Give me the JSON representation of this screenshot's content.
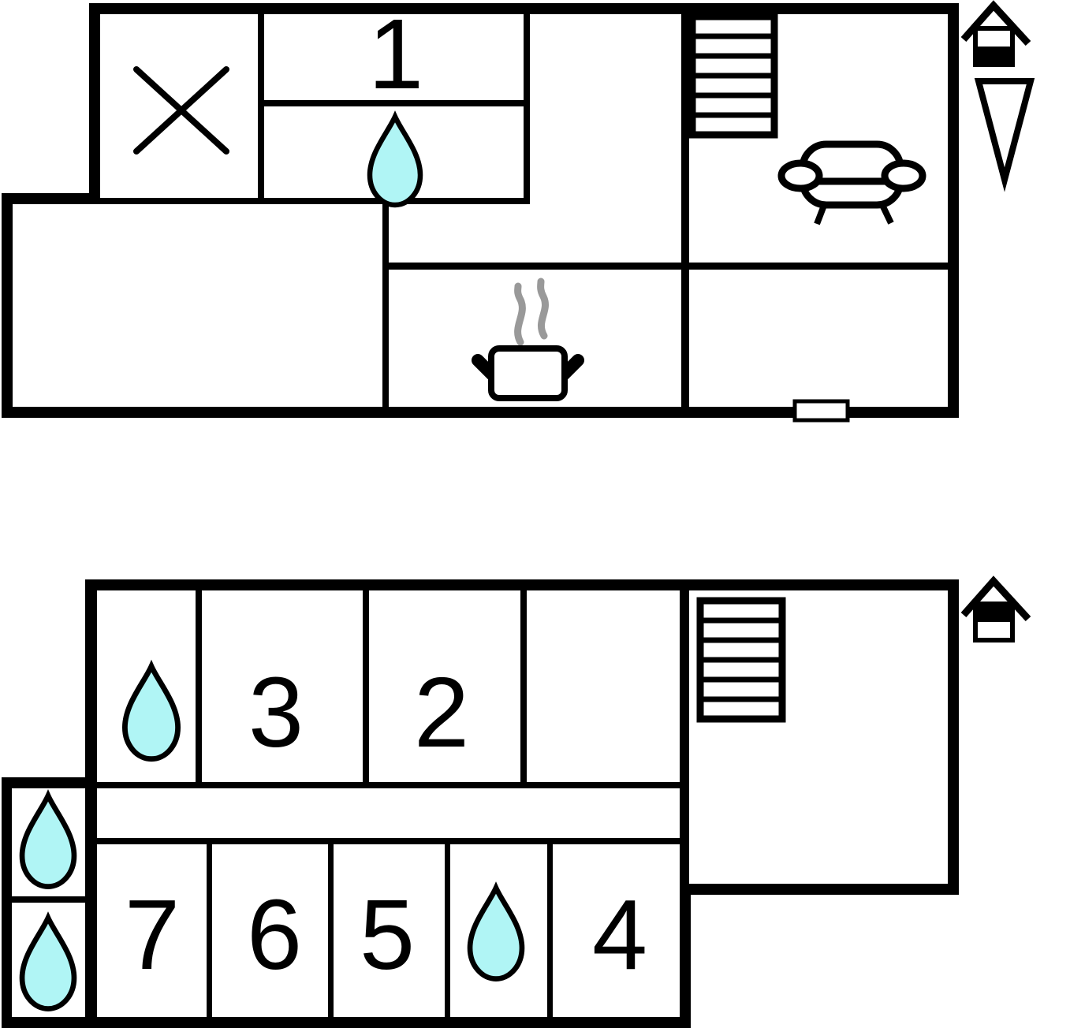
{
  "document": {
    "kind": "floor-plan-diagram",
    "background": "#ffffff"
  },
  "colors": {
    "wall": "#000000",
    "drop_fill": "#b0f5f5",
    "drop_stroke": "#000000",
    "steam": "#999999",
    "paper": "#ffffff"
  },
  "ground_floor": {
    "name": "ground floor plan",
    "room_labels": {
      "room1": "1"
    },
    "icons": [
      "cross-mark-icon",
      "water-drop-icon",
      "stairs-icon",
      "sofa-icon",
      "cooking-pot-icon",
      "steam-icon",
      "window-marker",
      "house-level-indicator-ground",
      "north-arrow-icon"
    ]
  },
  "upper_floor": {
    "name": "upper floor plan",
    "room_labels": {
      "room2": "2",
      "room3": "3",
      "room4": "4",
      "room5": "5",
      "room6": "6",
      "room7": "7"
    },
    "icons": [
      "water-drop-icon",
      "stairs-icon",
      "house-level-indicator-upper"
    ]
  }
}
